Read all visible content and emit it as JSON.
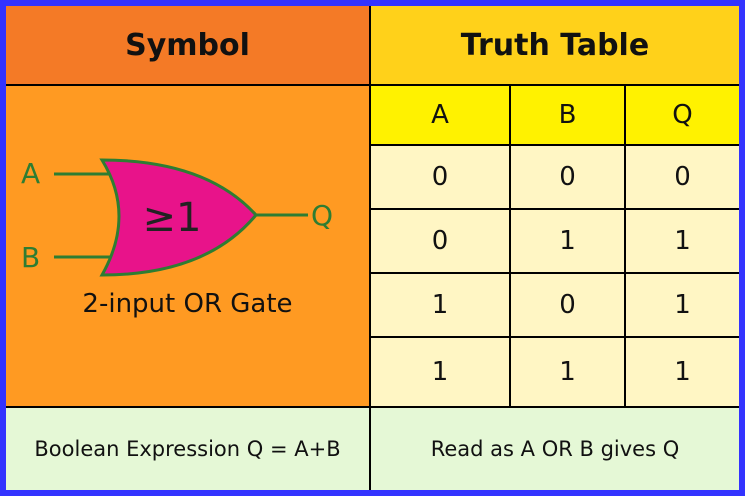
{
  "headers": {
    "symbol": "Symbol",
    "truth_table": "Truth Table"
  },
  "gate": {
    "input_a": "A",
    "input_b": "B",
    "output": "Q",
    "symbol_text": "≥1",
    "caption": "2-input OR Gate",
    "body_color": "#e8138a",
    "wire_color": "#2e7d32"
  },
  "truth_table": {
    "columns": [
      "A",
      "B",
      "Q"
    ],
    "rows": [
      [
        "0",
        "0",
        "0"
      ],
      [
        "0",
        "1",
        "1"
      ],
      [
        "1",
        "0",
        "1"
      ],
      [
        "1",
        "1",
        "1"
      ]
    ]
  },
  "footer": {
    "expression": "Boolean Expression Q = A+B",
    "reading": "Read as A OR B gives Q"
  },
  "colors": {
    "border": "#3333ff",
    "symbol_header": "#f47a26",
    "truth_header": "#ffd11a",
    "symbol_panel": "#ff9a22",
    "column_header": "#fff200",
    "table_cells": "#fff6c4",
    "footer": "#e5f8d6"
  }
}
